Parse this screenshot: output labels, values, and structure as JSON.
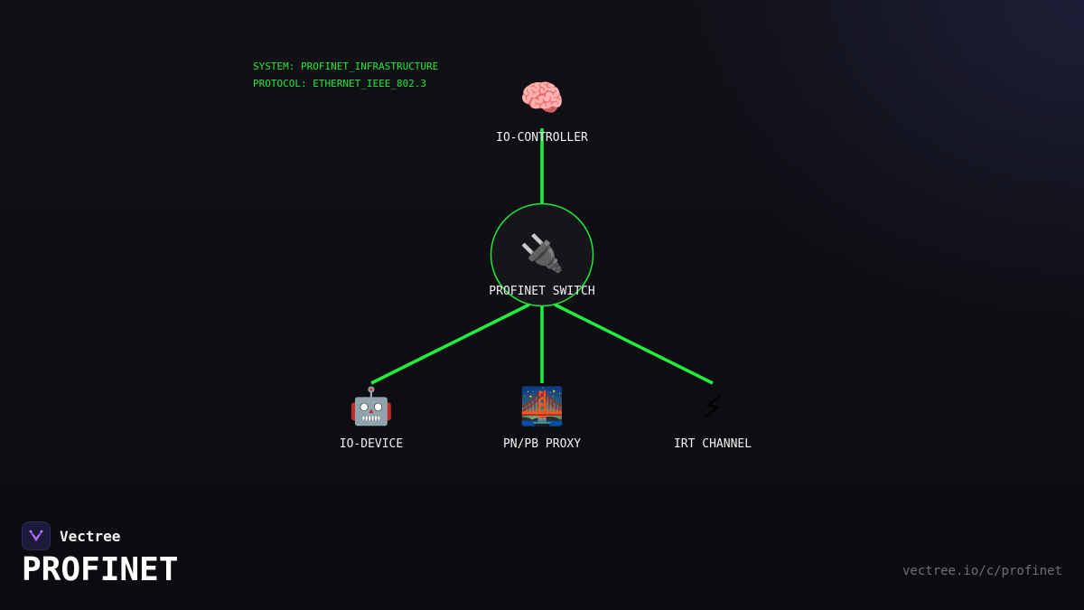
{
  "system_info": {
    "system_line": "SYSTEM: PROFINET_INFRASTRUCTURE",
    "protocol_line": "PROTOCOL: ETHERNET_IEEE_802.3"
  },
  "colors": {
    "link": "#1ef03c",
    "hub_stroke": "#22e83c",
    "hub_fill": "#14161a",
    "info_text": "#22e83c",
    "label_text": "#f2f2f2"
  },
  "diagram": {
    "hub": {
      "label": "PROFINET SWITCH",
      "icon": "plug-icon",
      "glyph": "🔌"
    },
    "nodes": [
      {
        "id": "io-controller",
        "label": "IO-CONTROLLER",
        "icon": "brain-icon",
        "glyph": "🧠"
      },
      {
        "id": "io-device",
        "label": "IO-DEVICE",
        "icon": "robot-icon",
        "glyph": "🤖"
      },
      {
        "id": "pn-pb-proxy",
        "label": "PN/PB PROXY",
        "icon": "bridge-icon",
        "glyph": "🌉"
      },
      {
        "id": "irt-channel",
        "label": "IRT CHANNEL",
        "icon": "lightning-icon",
        "glyph": "⚡"
      }
    ]
  },
  "brand": {
    "name": "Vectree",
    "logo_icon": "vectree-logo-icon"
  },
  "page": {
    "title": "PROFINET",
    "url": "vectree.io/c/profinet"
  }
}
